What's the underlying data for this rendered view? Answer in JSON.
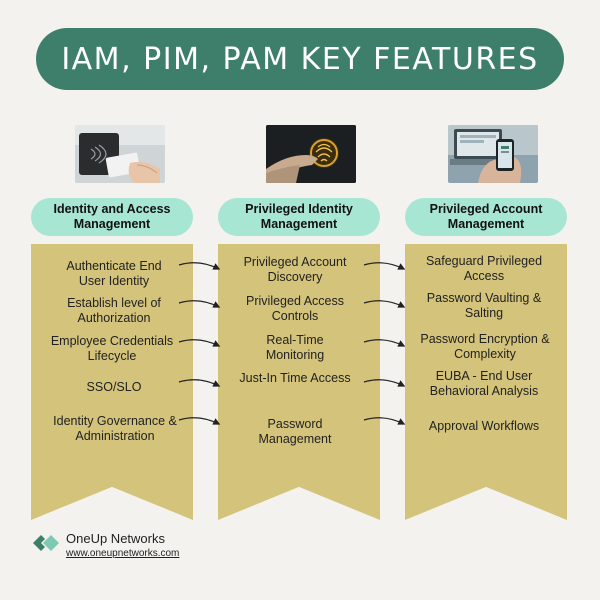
{
  "title": "IAM, PIM, PAM KEY FEATURES",
  "images": {
    "col1": "card-reader-photo",
    "col2": "fingerprint-scanner-photo",
    "col3": "phone-laptop-photo"
  },
  "columns": [
    {
      "heading": "Identity and Access Management",
      "items": [
        "Authenticate End User Identity",
        "Establish level of Authorization",
        "Employee Credentials Lifecycle",
        "SSO/SLO",
        "Identity Governance & Administration"
      ]
    },
    {
      "heading": "Privileged Identity Management",
      "items": [
        "Privileged Account Discovery",
        "Privileged Access Controls",
        "Real-Time Monitoring",
        "Just-In Time Access",
        "Password Management"
      ]
    },
    {
      "heading": "Privileged Account Management",
      "items": [
        "Safeguard Privileged Access",
        "Password Vaulting & Salting",
        "Password Encryption & Complexity",
        "EUBA - End User Behavioral Analysis",
        "Approval Workflows"
      ]
    }
  ],
  "footer": {
    "company": "OneUp Networks",
    "url": "www.oneupnetworks.com"
  },
  "colors": {
    "banner": "#3e7f6b",
    "pill": "#a8e6d4",
    "ribbon": "#d4c37a",
    "background": "#f4f2ee"
  }
}
